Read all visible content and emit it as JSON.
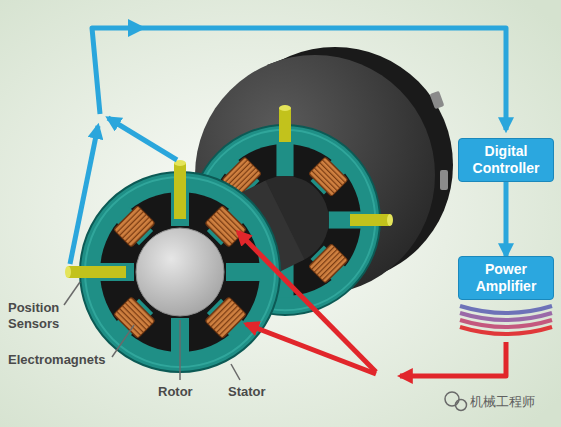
{
  "diagram": {
    "nodes": [
      {
        "text": [
          "Digital Controller"
        ]
      },
      {
        "text": [
          "Power Amplifier"
        ]
      }
    ],
    "edges": [
      {
        "from": 0,
        "to": 1,
        "arrow": "to"
      }
    ],
    "labels": [
      "Position Sensors",
      "Electromagnets",
      "Rotor",
      "Stator",
      "机械工程师"
    ]
  }
}
